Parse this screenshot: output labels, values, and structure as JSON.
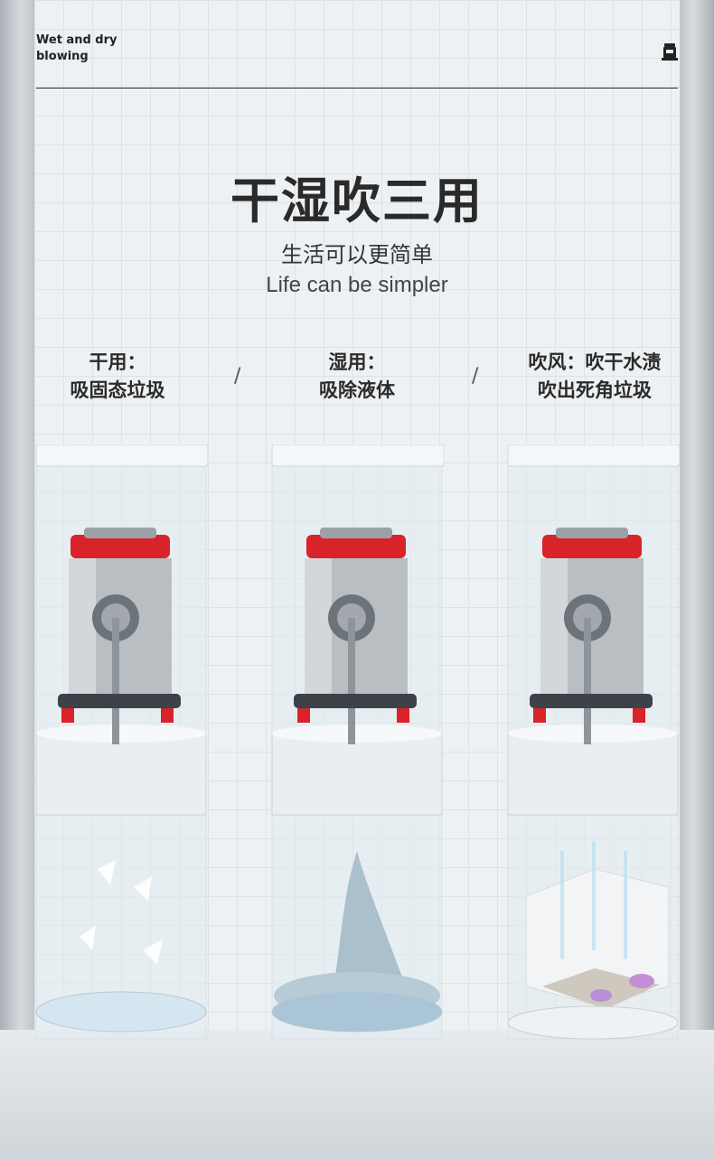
{
  "brand": {
    "line1": "Wet and dry",
    "line2": "blowing",
    "icon": "vacuum-logo-icon"
  },
  "title": "干湿吹三用",
  "subtitle_cn": "生活可以更简单",
  "subtitle_en": "Life can be simpler",
  "separator": "/",
  "modes": [
    {
      "label": "干用：",
      "desc": "吸固态垃圾"
    },
    {
      "label": "湿用：",
      "desc": "吸除液体"
    },
    {
      "label": "吹风：吹干水渍",
      "desc": "吹出死角垃圾"
    }
  ],
  "colors": {
    "accent_red": "#d8232a",
    "steel": "#b9bec3",
    "glass": "#dfe9ef"
  }
}
